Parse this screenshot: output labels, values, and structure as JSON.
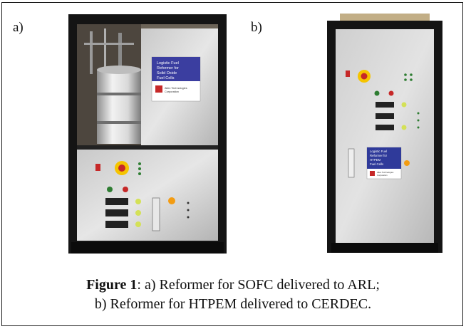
{
  "panels": {
    "a_label": "a)",
    "b_label": "b)"
  },
  "photo_a": {
    "sign_text": "Logistic Fuel Reformer for Solid Oxide Fuel Cells",
    "sign_sub": "Altex Technologies Corporation",
    "line1": "Logistic Fuel",
    "line2": "Reformer for",
    "line3": "Solid Oxide",
    "line4": "Fuel Cells",
    "company1": "Altex Technologies",
    "company2": "Corporation"
  },
  "photo_b": {
    "line1": "Logistic Fuel",
    "line2": "Reformer for",
    "line3": "HTPEM",
    "line4": "Fuel Cells",
    "company1": "Altex Technologies",
    "company2": "Corporation"
  },
  "caption": {
    "bold": "Figure 1",
    "rest_line1": ": a) Reformer for SOFC delivered to ARL;",
    "line2": "b) Reformer for HTPEM delivered to CERDEC."
  }
}
